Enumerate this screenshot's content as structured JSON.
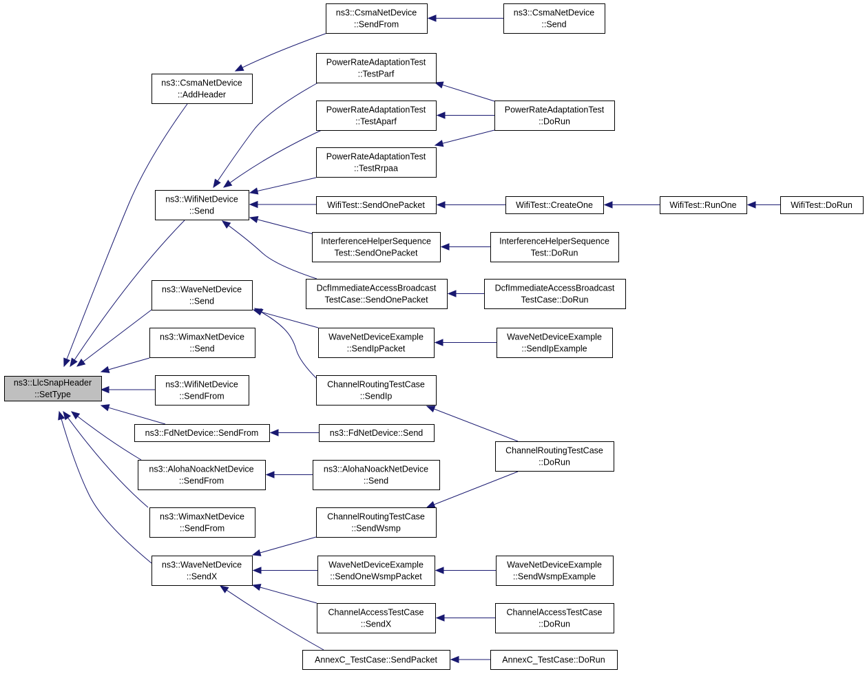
{
  "colors": {
    "edge": "#191970",
    "node_fill": "#ffffff",
    "root_fill": "#bfbfbf",
    "border": "#000000"
  },
  "nodes": {
    "llc_settype": {
      "lines": [
        "ns3::LlcSnapHeader",
        "::SetType"
      ]
    },
    "csma_addheader": {
      "lines": [
        "ns3::CsmaNetDevice",
        "::AddHeader"
      ]
    },
    "csma_sendfrom": {
      "lines": [
        "ns3::CsmaNetDevice",
        "::SendFrom"
      ]
    },
    "csma_send": {
      "lines": [
        "ns3::CsmaNetDevice",
        "::Send"
      ]
    },
    "wifi_send": {
      "lines": [
        "ns3::WifiNetDevice",
        "::Send"
      ]
    },
    "prat_parf": {
      "lines": [
        "PowerRateAdaptationTest",
        "::TestParf"
      ]
    },
    "prat_aparf": {
      "lines": [
        "PowerRateAdaptationTest",
        "::TestAparf"
      ]
    },
    "prat_rrpaa": {
      "lines": [
        "PowerRateAdaptationTest",
        "::TestRrpaa"
      ]
    },
    "prat_dorun": {
      "lines": [
        "PowerRateAdaptationTest",
        "::DoRun"
      ]
    },
    "wifitest_sendone": {
      "lines": [
        "WifiTest::SendOnePacket"
      ]
    },
    "wifitest_create": {
      "lines": [
        "WifiTest::CreateOne"
      ]
    },
    "wifitest_runone": {
      "lines": [
        "WifiTest::RunOne"
      ]
    },
    "wifitest_dorun": {
      "lines": [
        "WifiTest::DoRun"
      ]
    },
    "ihs_send": {
      "lines": [
        "InterferenceHelperSequence",
        "Test::SendOnePacket"
      ]
    },
    "ihs_dorun": {
      "lines": [
        "InterferenceHelperSequence",
        "Test::DoRun"
      ]
    },
    "dcf_send": {
      "lines": [
        "DcfImmediateAccessBroadcast",
        "TestCase::SendOnePacket"
      ]
    },
    "dcf_dorun": {
      "lines": [
        "DcfImmediateAccessBroadcast",
        "TestCase::DoRun"
      ]
    },
    "wave_send": {
      "lines": [
        "ns3::WaveNetDevice",
        "::Send"
      ]
    },
    "wnde_sendip": {
      "lines": [
        "WaveNetDeviceExample",
        "::SendIpPacket"
      ]
    },
    "wnde_sendipex": {
      "lines": [
        "WaveNetDeviceExample",
        "::SendIpExample"
      ]
    },
    "wimax_send": {
      "lines": [
        "ns3::WimaxNetDevice",
        "::Send"
      ]
    },
    "crtc_sendip": {
      "lines": [
        "ChannelRoutingTestCase",
        "::SendIp"
      ]
    },
    "wifi_sendfrom": {
      "lines": [
        "ns3::WifiNetDevice",
        "::SendFrom"
      ]
    },
    "fd_sendfrom": {
      "lines": [
        "ns3::FdNetDevice::SendFrom"
      ]
    },
    "fd_send": {
      "lines": [
        "ns3::FdNetDevice::Send"
      ]
    },
    "crtc_dorun": {
      "lines": [
        "ChannelRoutingTestCase",
        "::DoRun"
      ]
    },
    "aloha_sendfrom": {
      "lines": [
        "ns3::AlohaNoackNetDevice",
        "::SendFrom"
      ]
    },
    "aloha_send": {
      "lines": [
        "ns3::AlohaNoackNetDevice",
        "::Send"
      ]
    },
    "wimax_sendfrom": {
      "lines": [
        "ns3::WimaxNetDevice",
        "::SendFrom"
      ]
    },
    "crtc_sendwsmp": {
      "lines": [
        "ChannelRoutingTestCase",
        "::SendWsmp"
      ]
    },
    "wave_sendx": {
      "lines": [
        "ns3::WaveNetDevice",
        "::SendX"
      ]
    },
    "wnde_sendwsmp": {
      "lines": [
        "WaveNetDeviceExample",
        "::SendOneWsmpPacket"
      ]
    },
    "wnde_sendwsmpex": {
      "lines": [
        "WaveNetDeviceExample",
        "::SendWsmpExample"
      ]
    },
    "catc_sendx": {
      "lines": [
        "ChannelAccessTestCase",
        "::SendX"
      ]
    },
    "catc_dorun": {
      "lines": [
        "ChannelAccessTestCase",
        "::DoRun"
      ]
    },
    "annexc_send": {
      "lines": [
        "AnnexC_TestCase::SendPacket"
      ]
    },
    "annexc_dorun": {
      "lines": [
        "AnnexC_TestCase::DoRun"
      ]
    }
  },
  "edges": [
    [
      "csma_addheader",
      "llc_settype"
    ],
    [
      "csma_sendfrom",
      "csma_addheader"
    ],
    [
      "csma_send",
      "csma_sendfrom"
    ],
    [
      "wifi_send",
      "llc_settype"
    ],
    [
      "prat_parf",
      "wifi_send"
    ],
    [
      "prat_aparf",
      "wifi_send"
    ],
    [
      "prat_rrpaa",
      "wifi_send"
    ],
    [
      "prat_dorun",
      "prat_parf"
    ],
    [
      "prat_dorun",
      "prat_aparf"
    ],
    [
      "prat_dorun",
      "prat_rrpaa"
    ],
    [
      "wifitest_sendone",
      "wifi_send"
    ],
    [
      "wifitest_create",
      "wifitest_sendone"
    ],
    [
      "wifitest_runone",
      "wifitest_create"
    ],
    [
      "wifitest_dorun",
      "wifitest_runone"
    ],
    [
      "ihs_send",
      "wifi_send"
    ],
    [
      "ihs_dorun",
      "ihs_send"
    ],
    [
      "dcf_send",
      "wifi_send"
    ],
    [
      "dcf_dorun",
      "dcf_send"
    ],
    [
      "wave_send",
      "llc_settype"
    ],
    [
      "wnde_sendip",
      "wave_send"
    ],
    [
      "wnde_sendipex",
      "wnde_sendip"
    ],
    [
      "crtc_sendip",
      "wave_send"
    ],
    [
      "crtc_dorun",
      "crtc_sendip"
    ],
    [
      "wimax_send",
      "llc_settype"
    ],
    [
      "wifi_sendfrom",
      "llc_settype"
    ],
    [
      "fd_sendfrom",
      "llc_settype"
    ],
    [
      "fd_send",
      "fd_sendfrom"
    ],
    [
      "aloha_sendfrom",
      "llc_settype"
    ],
    [
      "aloha_send",
      "aloha_sendfrom"
    ],
    [
      "wimax_sendfrom",
      "llc_settype"
    ],
    [
      "wave_sendx",
      "llc_settype"
    ],
    [
      "crtc_sendwsmp",
      "wave_sendx"
    ],
    [
      "crtc_dorun",
      "crtc_sendwsmp"
    ],
    [
      "wnde_sendwsmp",
      "wave_sendx"
    ],
    [
      "wnde_sendwsmpex",
      "wnde_sendwsmp"
    ],
    [
      "catc_sendx",
      "wave_sendx"
    ],
    [
      "catc_dorun",
      "catc_sendx"
    ],
    [
      "annexc_send",
      "wave_sendx"
    ],
    [
      "annexc_dorun",
      "annexc_send"
    ]
  ]
}
